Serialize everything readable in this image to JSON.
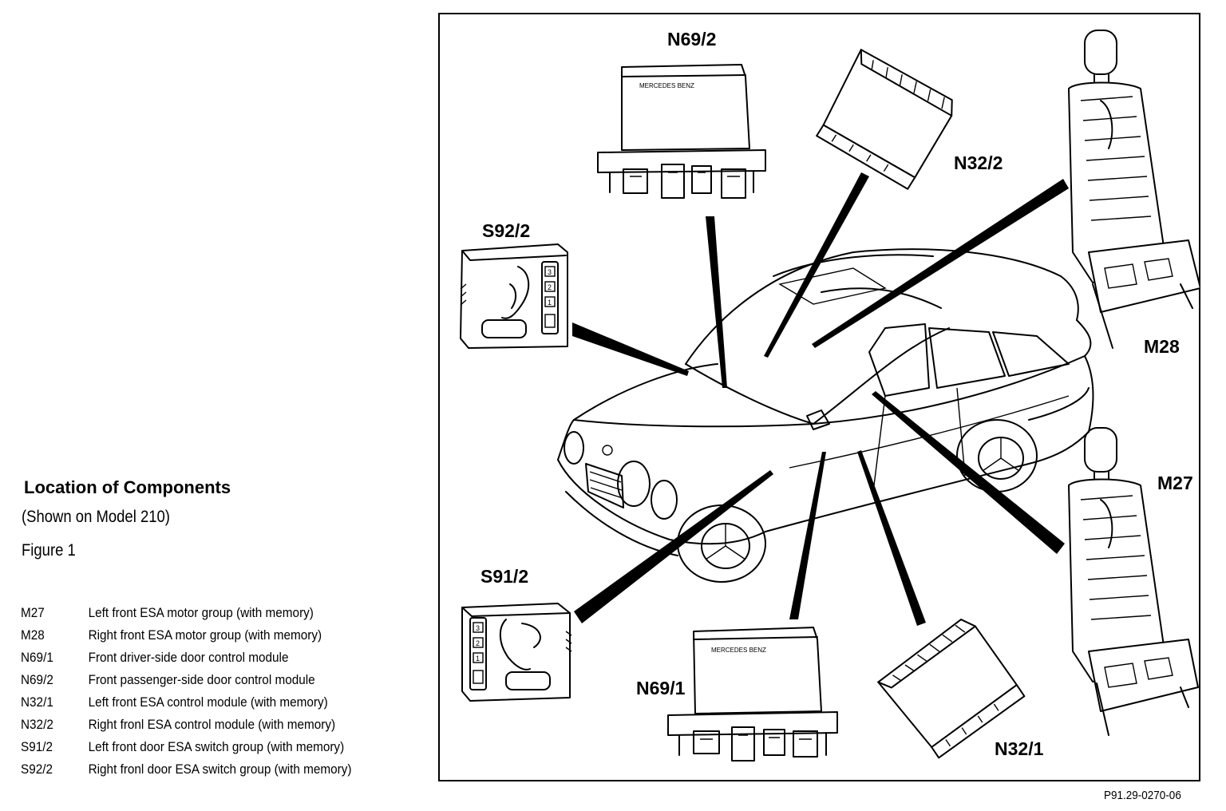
{
  "caption": {
    "title": "Location of Components",
    "subtitle": "(Shown on Model 210)",
    "figure": "Figure 1"
  },
  "legend": [
    {
      "code": "M27",
      "text": "Left front ESA motor group (with memory)"
    },
    {
      "code": "M28",
      "text": "Right front ESA motor group (with memory)"
    },
    {
      "code": "N69/1",
      "text": "Front driver-side door control module"
    },
    {
      "code": "N69/2",
      "text": "Front passenger-side door control module"
    },
    {
      "code": "N32/1",
      "text": "Left front ESA control module (with memory)"
    },
    {
      "code": "N32/2",
      "text": "Right fronl ESA control module (with memory)"
    },
    {
      "code": "S91/2",
      "text": "Left front door ESA switch group (with memory)"
    },
    {
      "code": "S92/2",
      "text": "Right fronl door ESA switch group (with memory)"
    }
  ],
  "diagram": {
    "labels": {
      "n69_2": "N69/2",
      "n32_2": "N32/2",
      "s92_2": "S92/2",
      "m28": "M28",
      "m27": "M27",
      "s91_2": "S91/2",
      "n69_1": "N69/1",
      "n32_1": "N32/1"
    },
    "module_brand": "MERCEDES BENZ",
    "switch_buttons": [
      "3",
      "2",
      "1"
    ]
  },
  "reference_code": "P91.29-0270-06"
}
